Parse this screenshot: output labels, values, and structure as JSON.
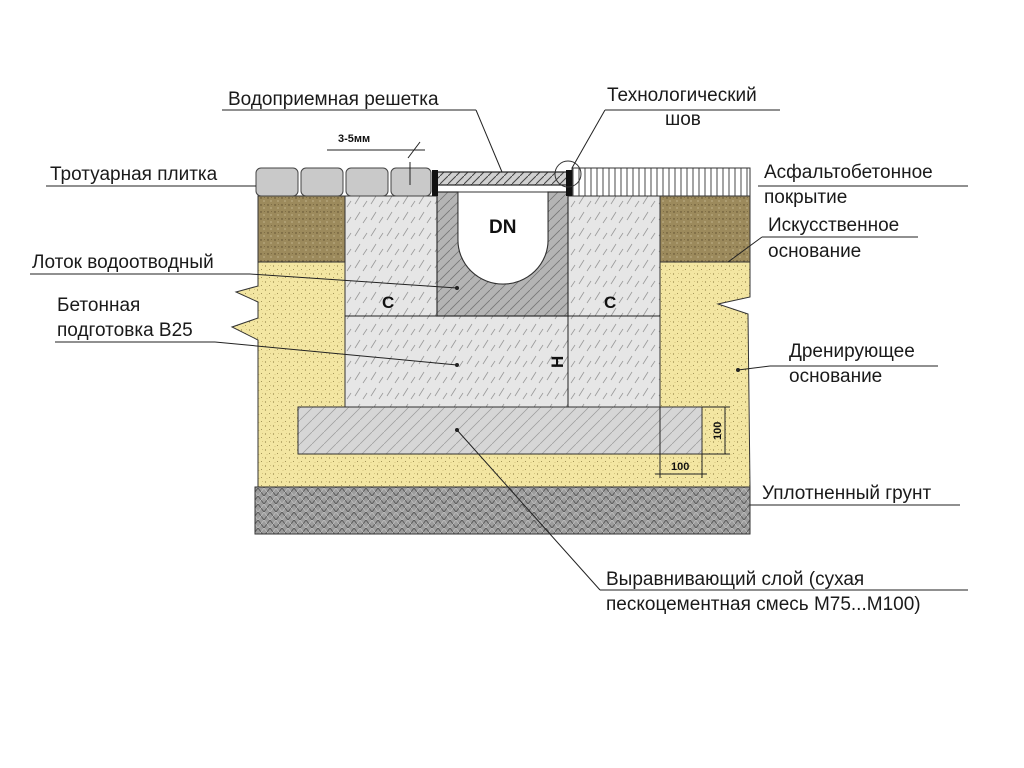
{
  "labels": {
    "grate": "Водоприемная решетка",
    "tech_seam_1": "Технологический",
    "tech_seam_2": "шов",
    "paving": "Тротуарная плитка",
    "asphalt_1": "Асфальтобетонное",
    "asphalt_2": "покрытие",
    "artificial_base_1": "Искусственное",
    "artificial_base_2": "основание",
    "channel": "Лоток водоотводный",
    "concrete_1": "Бетонная",
    "concrete_2": "подготовка В25",
    "drainage_1": "Дренирующее",
    "drainage_2": "основание",
    "compacted_soil": "Уплотненный  грунт",
    "leveling_1": "Выравнивающий слой (сухая",
    "leveling_2": "пескоцементная смесь М75...М100)"
  },
  "dimensions": {
    "gap": "3-5мм",
    "dn": "DN",
    "c_left": "C",
    "c_right": "C",
    "h": "H",
    "d100_vertical": "100",
    "d100_horizontal": "100"
  },
  "colors": {
    "sand": "#f3e6a2",
    "soil": "#9c8a5c",
    "concrete": "#e4e4e4",
    "channel": "#b8b8b8",
    "leveling": "#d8d8d8",
    "compacted": "#9a9a9a",
    "paving": "#c8c8c8",
    "line": "#222222"
  }
}
